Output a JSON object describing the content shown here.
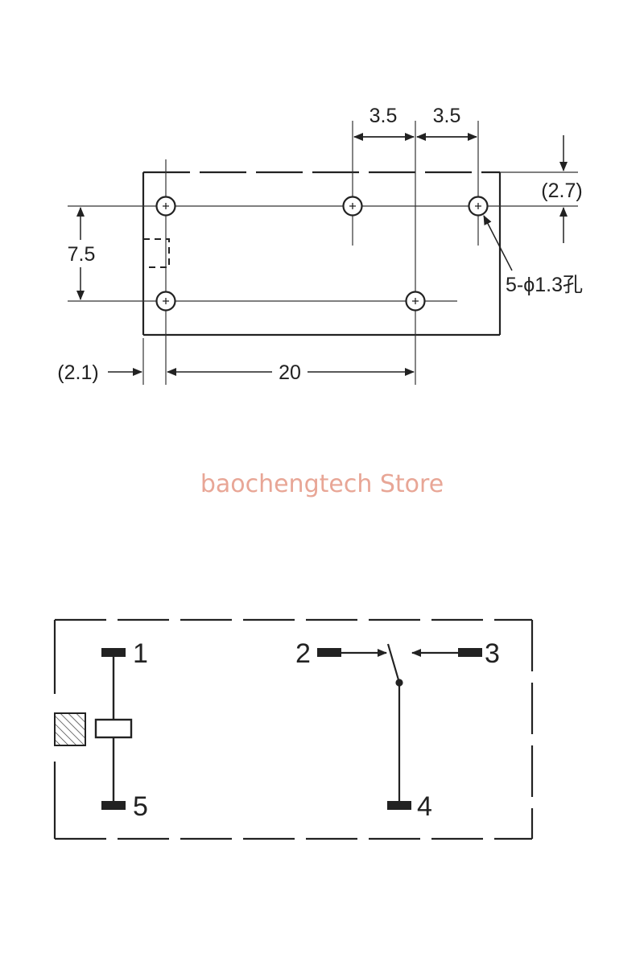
{
  "footprint": {
    "dimensions": {
      "top_left_pitch": "3.5",
      "top_right_pitch": "3.5",
      "edge_offset_top": "(2.7)",
      "row_spacing": "7.5",
      "edge_offset_left": "(2.1)",
      "span": "20"
    },
    "hole_callout": "5-ϕ1.3孔"
  },
  "watermark": {
    "text": "baochengtech Store",
    "color": "#e8a696"
  },
  "schematic": {
    "pins": {
      "p1": "1",
      "p2": "2",
      "p3": "3",
      "p4": "4",
      "p5": "5"
    }
  }
}
